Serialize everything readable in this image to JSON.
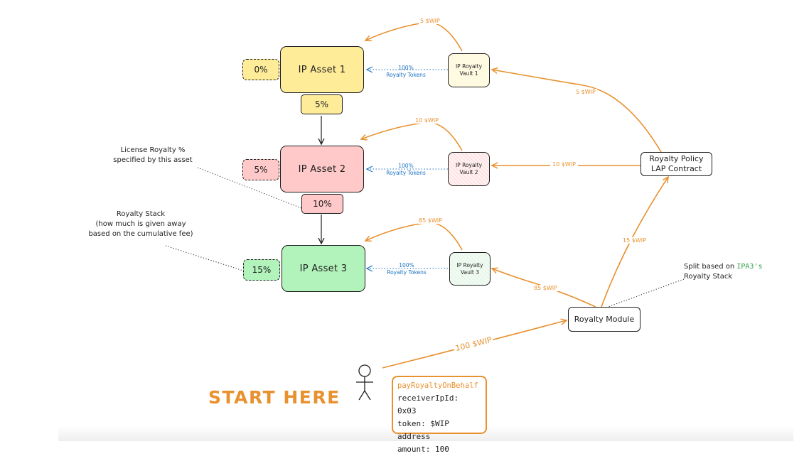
{
  "assets": [
    {
      "name": "IP Asset 1",
      "royalty_stack": "0%",
      "license_royalty": "5%"
    },
    {
      "name": "IP Asset 2",
      "royalty_stack": "5%",
      "license_royalty": "10%"
    },
    {
      "name": "IP Asset 3",
      "royalty_stack": "15%"
    }
  ],
  "vaults": [
    {
      "line1": "IP Royalty",
      "line2": "Vault 1"
    },
    {
      "line1": "IP Royalty",
      "line2": "Vault 2"
    },
    {
      "line1": "IP Royalty",
      "line2": "Vault 3"
    }
  ],
  "royalty_tokens": {
    "percent": "100%",
    "label": "Royalty Tokens"
  },
  "flows": {
    "vault1_to_asset1": "5 $WIP",
    "vault2_to_asset2": "10 $WIP",
    "vault3_to_asset3": "85 $WIP",
    "policy_to_vault1": "5 $WIP",
    "policy_to_vault2": "10 $WIP",
    "module_to_vault3": "85 $WIP",
    "module_to_policy": "15 $WIP",
    "user_to_module": "100 $WIP"
  },
  "policy": {
    "line1": "Royalty Policy",
    "line2": "LAP Contract"
  },
  "module": {
    "label": "Royalty Module"
  },
  "notes": {
    "license_line1": "License Royalty %",
    "license_line2": "specified by this asset",
    "stack_line1": "Royalty Stack",
    "stack_line2": "(how much is given away",
    "stack_line3": "based on the cumulative fee)",
    "split_line1_prefix": "Split based on ",
    "split_line1_highlight": "IPA3's",
    "split_line2": "Royalty Stack"
  },
  "start": {
    "label": "START HERE"
  },
  "call": {
    "function": "payRoyaltyOnBehalf",
    "receiver": "receiverIpId: 0x03",
    "token": "token: $WIP address",
    "amount": "amount: 100"
  },
  "colors": {
    "accent": "#e8912e",
    "blue": "#1971c2",
    "green": "#2f9e44",
    "yellow": "#ffec99",
    "red": "#ffc9c9",
    "light_green": "#b2f2bb"
  }
}
